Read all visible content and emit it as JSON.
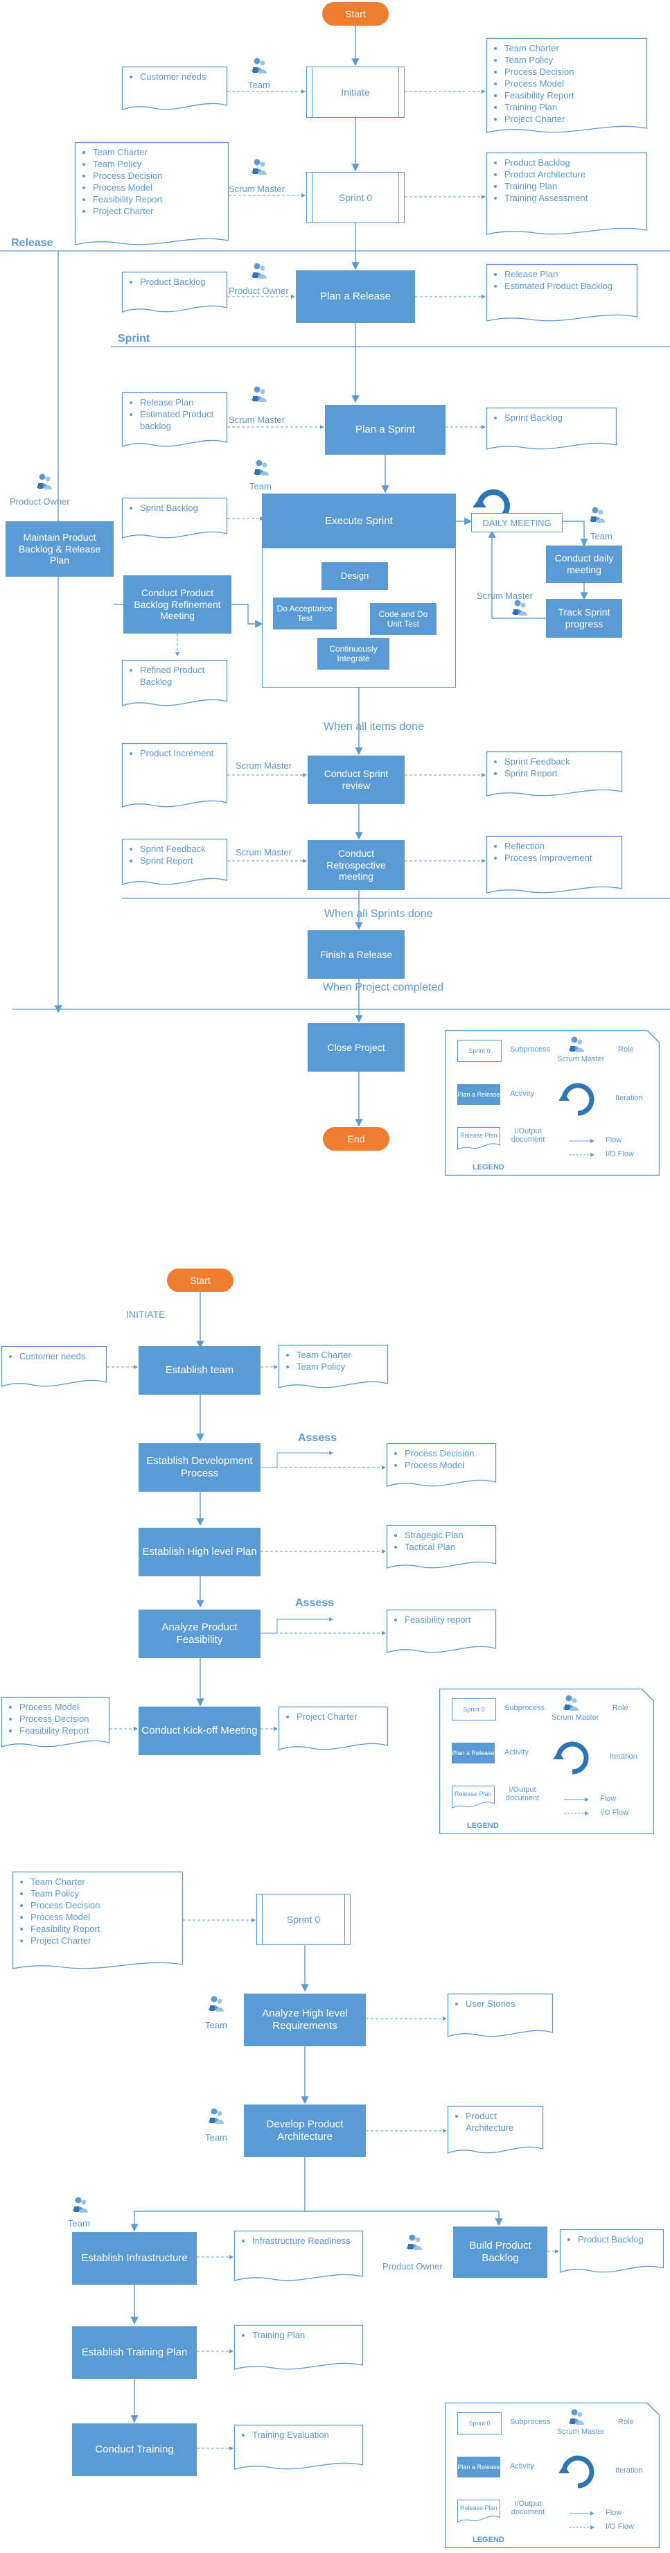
{
  "d1": {
    "start": "Start",
    "end": "End",
    "release_heading": "Release",
    "sprint_heading": "Sprint",
    "initiate": "Initiate",
    "sprint0": "Sprint 0",
    "plan_release": "Plan a Release",
    "plan_sprint": "Plan a Sprint",
    "execute_sprint": "Execute Sprint",
    "design": "Design",
    "do_acceptance": "Do Acceptance Test",
    "code_unit": "Code and Do Unit Test",
    "continuous_integrate": "Continuously Integrate",
    "daily_meeting": "DAILY MEETING",
    "conduct_daily": "Conduct daily meeting",
    "track_progress": "Track Sprint progress",
    "maintain_backlog": "Maintain Product Backlog & Release Plan",
    "backlog_refinement": "Conduct Product Backlog Refinement Meeting",
    "sprint_review": "Conduct Sprint review",
    "retrospective": "Conduct Retrospective meeting",
    "finish_release": "Finish a Release",
    "close_project": "Close Project",
    "when_items_done": "When all items done",
    "when_sprints_done": "When all Sprints done",
    "when_project_completed": "When Project completed",
    "roles": {
      "team": "Team",
      "scrum_master": "Scrum Master",
      "product_owner": "Product Owner"
    },
    "docs": {
      "customer_needs": [
        "Customer needs"
      ],
      "initiate_out": [
        "Team Charter",
        "Team Policy",
        "Process Decision",
        "Process Model",
        "Feasibility Report",
        "Training Plan",
        "Project Charter"
      ],
      "sprint0_in": [
        "Team Charter",
        "Team Policy",
        "Process Decision",
        "Process Model",
        "Feasibility Report",
        "Project Charter"
      ],
      "sprint0_out": [
        "Product Backlog",
        "Product Architecture",
        "Training Plan",
        "Training Assessment"
      ],
      "product_backlog": [
        "Product Backlog"
      ],
      "release_out": [
        "Release Plan",
        "Estimated Product Backlog"
      ],
      "sprint_plan_in": [
        "Release Plan",
        "Estimated Product backlog"
      ],
      "sprint_backlog_out": [
        "Sprint Backlog"
      ],
      "sprint_backlog_in": [
        "Sprint Backlog"
      ],
      "refined_backlog": [
        "Refined Product Backlog"
      ],
      "product_increment": [
        "Product Increment"
      ],
      "review_out": [
        "Sprint Feedback",
        "Sprint Report"
      ],
      "retro_in": [
        "Sprint Feedback",
        "Sprint Report"
      ],
      "retro_out": [
        "Reflection",
        "Process Improvement"
      ]
    }
  },
  "d2": {
    "start": "Start",
    "initiate_heading": "INITIATE",
    "establish_team": "Establish team",
    "establish_dev_process": "Establish Development Process",
    "establish_high_plan": "Establish High level Plan",
    "analyze_feasibility": "Analyze Product Feasibility",
    "kickoff": "Conduct Kick-off Meeting",
    "assess": "Assess",
    "docs": {
      "customer_needs": [
        "Customer needs"
      ],
      "team_out": [
        "Team Charter",
        "Team Policy"
      ],
      "process_out": [
        "Process Decision",
        "Process Model"
      ],
      "plan_out": [
        "Stragegic Plan",
        "Tactical Plan"
      ],
      "feasibility_out": [
        "Feasibility report"
      ],
      "kickoff_in": [
        "Process Model",
        "Process Decision",
        "Feasibility Report"
      ],
      "kickoff_out": [
        "Project Charter"
      ]
    }
  },
  "d3": {
    "sprint0": "Sprint 0",
    "analyze_requirements": "Analyze High level Requirements",
    "develop_architecture": "Develop Product Architecture",
    "establish_infra": "Establish Infrastructure",
    "build_backlog": "Build Product Backlog",
    "establish_training": "Establish Training Plan",
    "conduct_training": "Conduct Training",
    "roles": {
      "team": "Team",
      "product_owner": "Product Owner"
    },
    "docs": {
      "sprint0_in": [
        "Team Charter",
        "Team Policy",
        "Process Decision",
        "Process Model",
        "Feasibility Report",
        "Project Charter"
      ],
      "user_stories": [
        "User Stories"
      ],
      "product_architecture": [
        "Product Architecture"
      ],
      "infra_readiness": [
        "Infrastructure Readiness"
      ],
      "product_backlog": [
        "Product Backlog"
      ],
      "training_plan": [
        "Training Plan"
      ],
      "training_evaluation": [
        "Training Evaluation"
      ]
    }
  },
  "legend": {
    "title": "LEGEND",
    "sample_sub": "Sprint 0",
    "sample_act": "Plan a Release",
    "sample_doc": "Release Plan",
    "subprocess": "Subprocess",
    "activity": "Activity",
    "io_document": "I/Output document",
    "role": "Role",
    "scrum_master": "Scrum Master",
    "iteration": "Iteration",
    "flow": "Flow",
    "io_flow": "I/O Flow"
  },
  "colors": {
    "primary": "#5b9bd5",
    "terminal": "#ee7d31",
    "icon_dark": "#2e75b6"
  }
}
